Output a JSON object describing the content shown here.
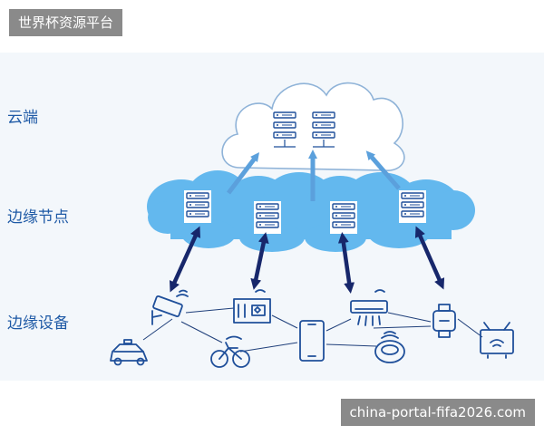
{
  "header": {
    "site_badge": "世界杯资源平台"
  },
  "footer": {
    "watermark": "china-portal-fifa2026.com"
  },
  "layers": {
    "cloud": "云端",
    "edge_nodes": "边缘节点",
    "edge_devices": "边缘设备"
  },
  "colors": {
    "label_blue": "#1f5aa6",
    "cloud_fill": "#63b8ee",
    "arrow_light": "#5ba0dc",
    "arrow_dark": "#17276b",
    "icon_stroke": "#1f4f9a",
    "badge_bg": "#8a8a8a"
  },
  "devices": [
    {
      "icon": "security-camera-icon"
    },
    {
      "icon": "car-icon"
    },
    {
      "icon": "bicycle-icon"
    },
    {
      "icon": "smart-building-icon"
    },
    {
      "icon": "smartphone-icon"
    },
    {
      "icon": "air-conditioner-icon"
    },
    {
      "icon": "robot-vacuum-icon"
    },
    {
      "icon": "smartwatch-icon"
    },
    {
      "icon": "smart-tv-icon"
    }
  ]
}
